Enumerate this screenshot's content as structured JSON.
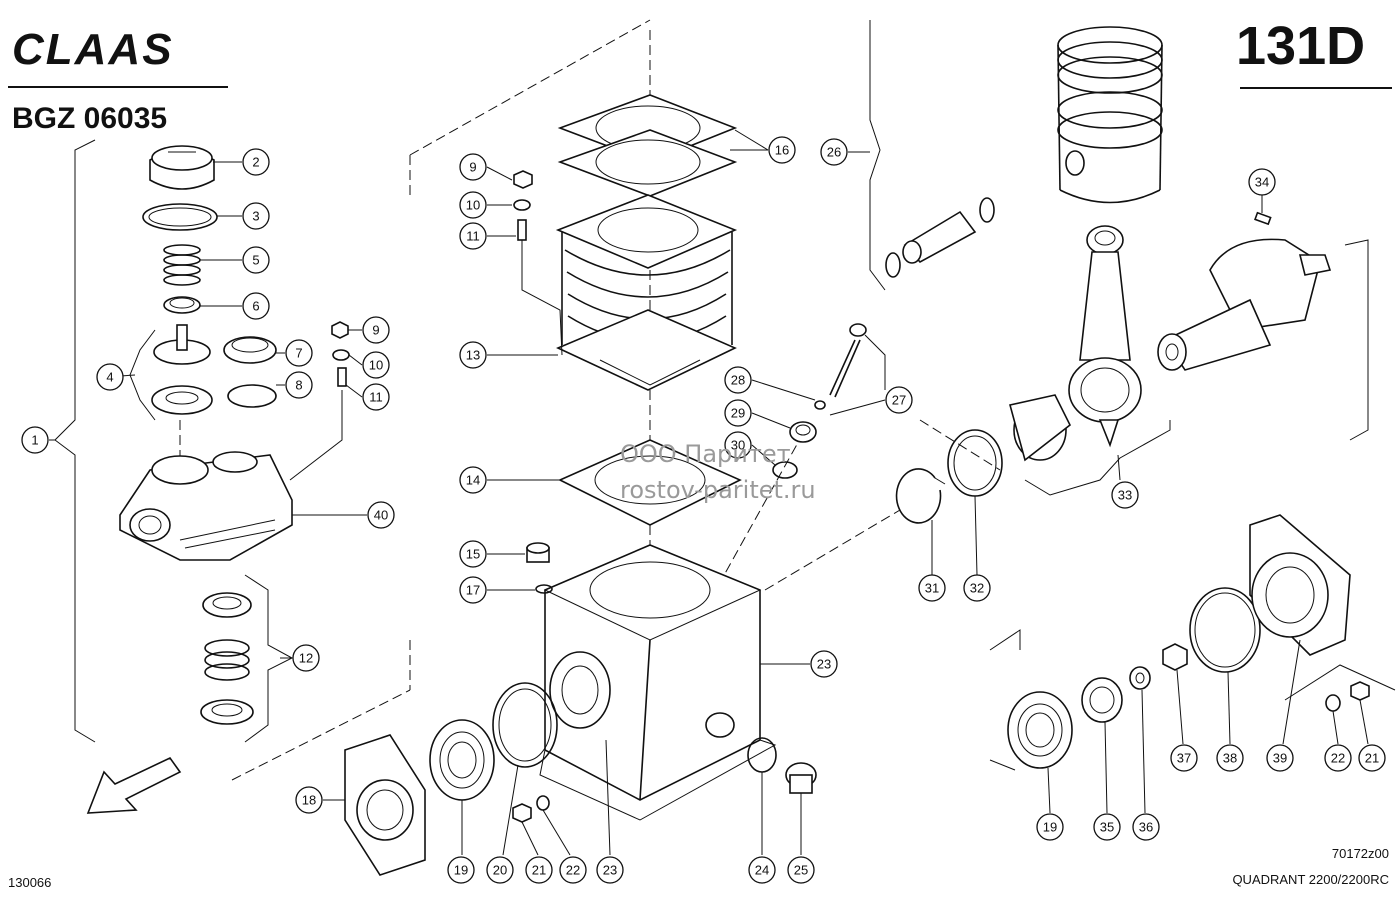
{
  "header": {
    "brand_logo": "CLAAS",
    "document_number": "BGZ 06035",
    "page_code": "131D"
  },
  "footer": {
    "left_code": "130066",
    "right_code": "70172z00",
    "model": "QUADRANT 2200/2200RC"
  },
  "watermark": {
    "line1": "ООО Паритет",
    "line2": "rostov-paritet.ru"
  },
  "callouts": {
    "c1": "1",
    "c2": "2",
    "c3": "3",
    "c4": "4",
    "c5": "5",
    "c6": "6",
    "c7": "7",
    "c8": "8",
    "c9a": "9",
    "c10a": "10",
    "c11a": "11",
    "c9b": "9",
    "c10b": "10",
    "c11b": "11",
    "c12": "12",
    "c13": "13",
    "c14": "14",
    "c15": "15",
    "c16": "16",
    "c17": "17",
    "c18": "18",
    "c19a": "19",
    "c19b": "19",
    "c20": "20",
    "c21a": "21",
    "c21b": "21",
    "c22a": "22",
    "c22b": "22",
    "c23a": "23",
    "c23b": "23",
    "c24": "24",
    "c25": "25",
    "c26": "26",
    "c27": "27",
    "c28": "28",
    "c29": "29",
    "c30": "30",
    "c31": "31",
    "c32": "32",
    "c33": "33",
    "c34": "34",
    "c35": "35",
    "c36": "36",
    "c37": "37",
    "c38": "38",
    "c39": "39",
    "c40": "40"
  }
}
